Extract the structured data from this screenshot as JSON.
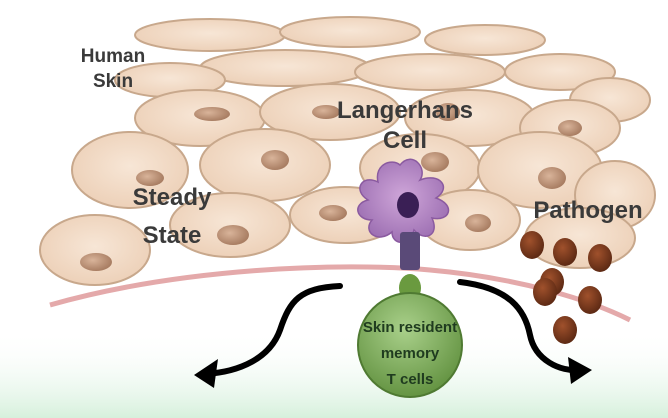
{
  "labels": {
    "human_skin_line1": "Human",
    "human_skin_line2": "Skin",
    "langerhans_line1": "Langerhans",
    "langerhans_line2": "Cell",
    "steady_line1": "Steady",
    "steady_line2": "State",
    "pathogen": "Pathogen",
    "tcell_line1": "Skin resident",
    "tcell_line2": "memory",
    "tcell_line3": "T cells"
  },
  "colors": {
    "cell_fill": "#f3dcc8",
    "cell_stroke": "#c8a88c",
    "nucleus": "#c79f83",
    "membrane": "#e4a9aa",
    "langerhans": "#b98ac7",
    "langerhans_nucleus": "#3a1f55",
    "receptor": "#5a4a78",
    "tcell": "#7faa5b",
    "tcell_bottom": "#c8ebd0",
    "pathogen": "#7a3a1f",
    "arrow": "#000000"
  }
}
